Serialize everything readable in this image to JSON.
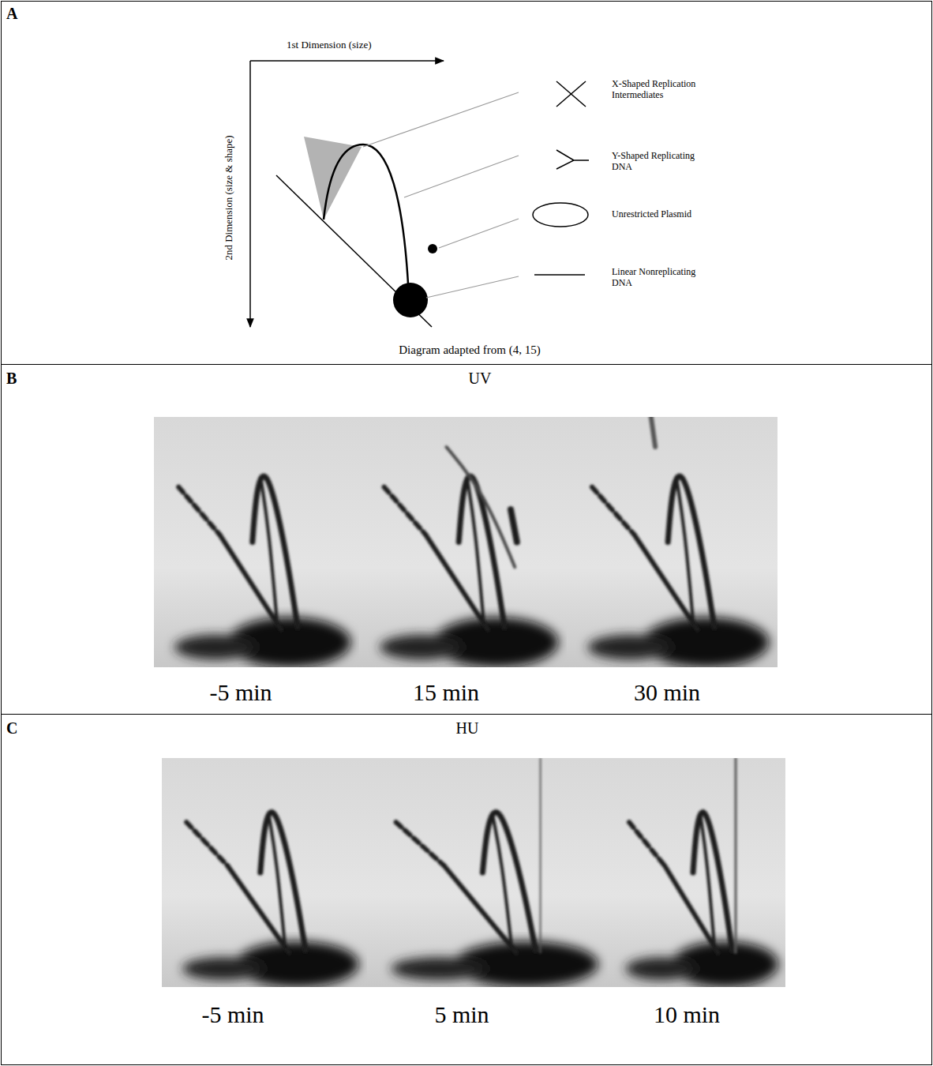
{
  "diagram": {
    "nodes": [
      {
        "text": [
          "A"
        ]
      },
      {
        "text": [
          "B",
          "UV"
        ]
      },
      {
        "text": [
          "C",
          "HU"
        ]
      }
    ],
    "labels": [
      "1st Dimension (size)",
      "2nd Dimension (size & shape)",
      "X-Shaped Replication Intermediates",
      "Y-Shaped Replicating DNA",
      "Unrestricted Plasmid",
      "Linear Nonreplicating DNA",
      "Diagram adapted from (4, 15)",
      "-5 min",
      "15 min",
      "30 min",
      "-5 min",
      "5 min",
      "10 min"
    ]
  }
}
